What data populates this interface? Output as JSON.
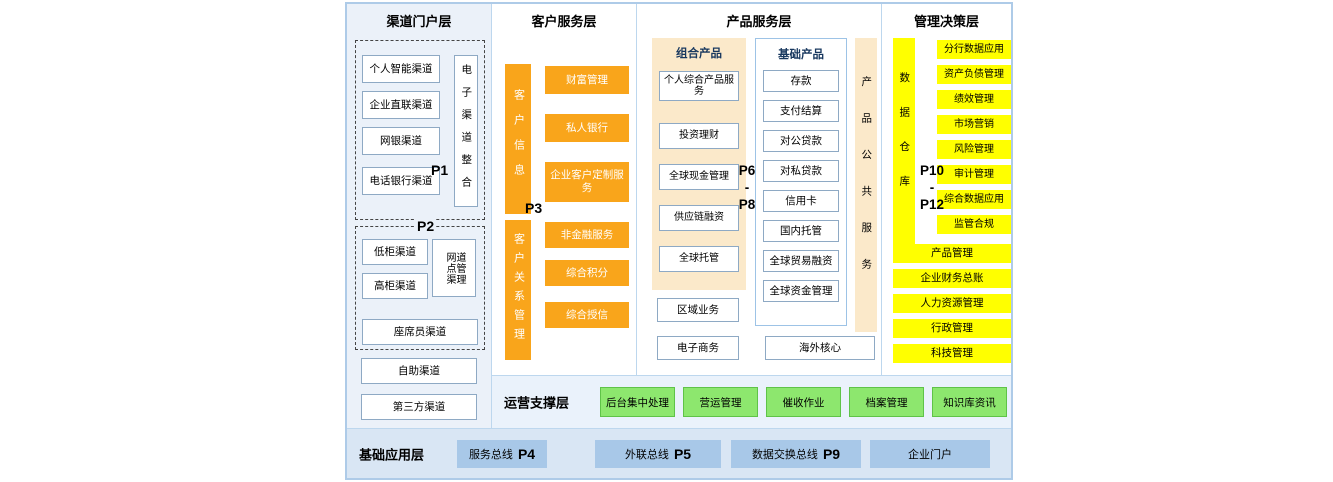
{
  "diagram": {
    "channel": {
      "title": "渠道门户层",
      "p1": "P1",
      "p2": "P2",
      "electronic_group": {
        "items": [
          "个人智能渠道",
          "企业直联渠道",
          "网银渠道",
          "电话银行渠道"
        ],
        "side_label": "电子渠道整合"
      },
      "branch_group": {
        "items": [
          "低柜渠道",
          "高柜渠道"
        ],
        "side_label": "网点渠道管理",
        "bottom_item": "座席员渠道"
      },
      "other_items": [
        "自助渠道",
        "第三方渠道"
      ]
    },
    "customer": {
      "title": "客户服务层",
      "p3": "P3",
      "info_bar": "客户信息",
      "info_items": [
        "财富管理",
        "私人银行",
        "企业客户定制服务"
      ],
      "crm_bar": "客户关系管理",
      "crm_items": [
        "非金融服务",
        "综合积分",
        "综合授信"
      ]
    },
    "product": {
      "title": "产品服务层",
      "p_range": [
        "P6",
        "-",
        "P8"
      ],
      "combo_title": "组合产品",
      "combo_items": [
        "个人综合产品服务",
        "投资理财",
        "全球现金管理",
        "供应链融资",
        "全球托管"
      ],
      "basic_title": "基础产品",
      "basic_items": [
        "存款",
        "支付结算",
        "对公贷款",
        "对私贷款",
        "信用卡",
        "国内托管",
        "全球贸易融资",
        "全球资金管理"
      ],
      "public_bar": "产品公共服务",
      "extra_items": [
        "区域业务",
        "电子商务"
      ],
      "overseas_item": "海外核心"
    },
    "management": {
      "title": "管理决策层",
      "p_range": [
        "P10",
        "-",
        "P12"
      ],
      "warehouse_bar": "数据仓库",
      "data_items": [
        "分行数据应用",
        "资产负债管理",
        "绩效管理",
        "市场营销",
        "风险管理",
        "审计管理",
        "综合数据应用",
        "监管合规"
      ],
      "wide_items": [
        "产品管理",
        "企业财务总账",
        "人力资源管理",
        "行政管理",
        "科技管理"
      ]
    },
    "operation": {
      "title": "运营支撑层",
      "items": [
        "后台集中处理",
        "营运管理",
        "催收作业",
        "档案管理",
        "知识库资讯"
      ]
    },
    "foundation": {
      "title": "基础应用层",
      "buses": [
        {
          "label": "服务总线",
          "p": "P4"
        },
        {
          "label": "外联总线",
          "p": "P5"
        },
        {
          "label": "数据交换总线",
          "p": "P9"
        },
        {
          "label": "企业门户",
          "p": ""
        }
      ]
    },
    "colors": {
      "orange": "#F9A51B",
      "cream": "#FBE9CA",
      "yellow": "#FFFF00",
      "green": "#8DE76E",
      "bus_blue": "#A8C8E8",
      "band_blue": "#D9E6F4",
      "border_blue": "#9DC3E6"
    }
  }
}
